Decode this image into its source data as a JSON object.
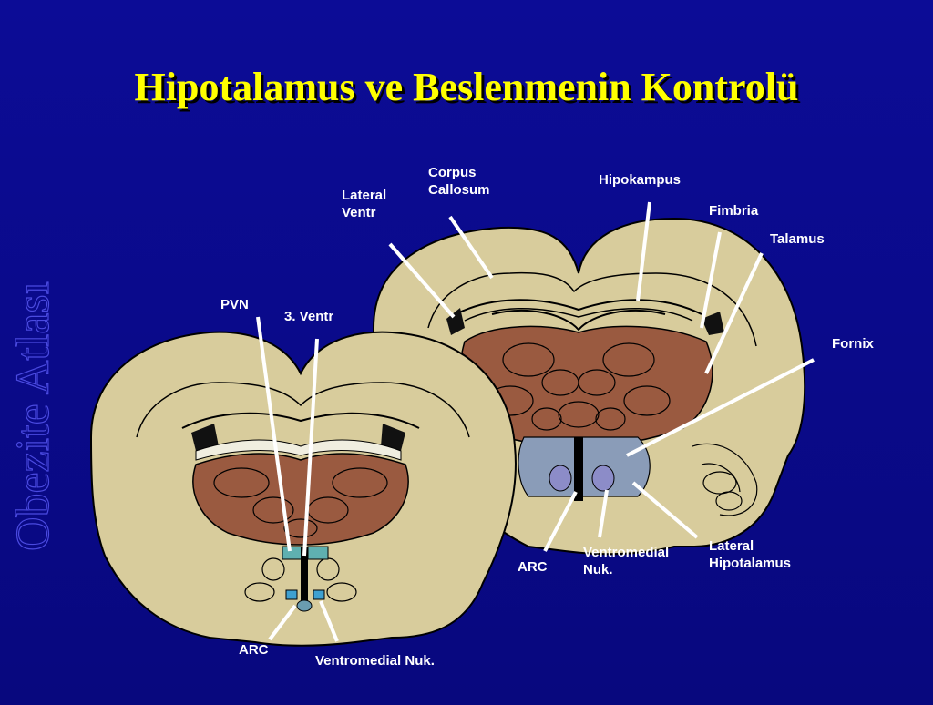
{
  "slide": {
    "title": "Hipotalamus ve Beslenmenin Kontrolü",
    "watermark": "Obezite Atlası",
    "background_color": "#0a0a8c",
    "title_color": "#ffff00"
  },
  "labels": {
    "corpus_callosum": [
      "Corpus",
      "Callosum"
    ],
    "lateral_ventr": [
      "Lateral",
      "Ventr"
    ],
    "hipokampus": "Hipokampus",
    "fimbria": "Fimbria",
    "talamus": "Talamus",
    "fornix": "Fornix",
    "pvn": "PVN",
    "third_ventr": "3. Ventr",
    "arc_left": "ARC",
    "ventromedial_left": "Ventromedial Nuk.",
    "arc_right": "ARC",
    "ventromedial_right": [
      "Ventromedial",
      "Nuk."
    ],
    "lateral_hipotalamus": [
      "Lateral",
      "Hipotalamus"
    ]
  },
  "colors": {
    "cortex": "#d8cc9c",
    "thalamus": "#9a5a40",
    "hypothalamus": "#8a9cb8",
    "nucleus": "#8c8cc8",
    "pvn_teal": "#5fb0b0",
    "outline": "#000000"
  }
}
